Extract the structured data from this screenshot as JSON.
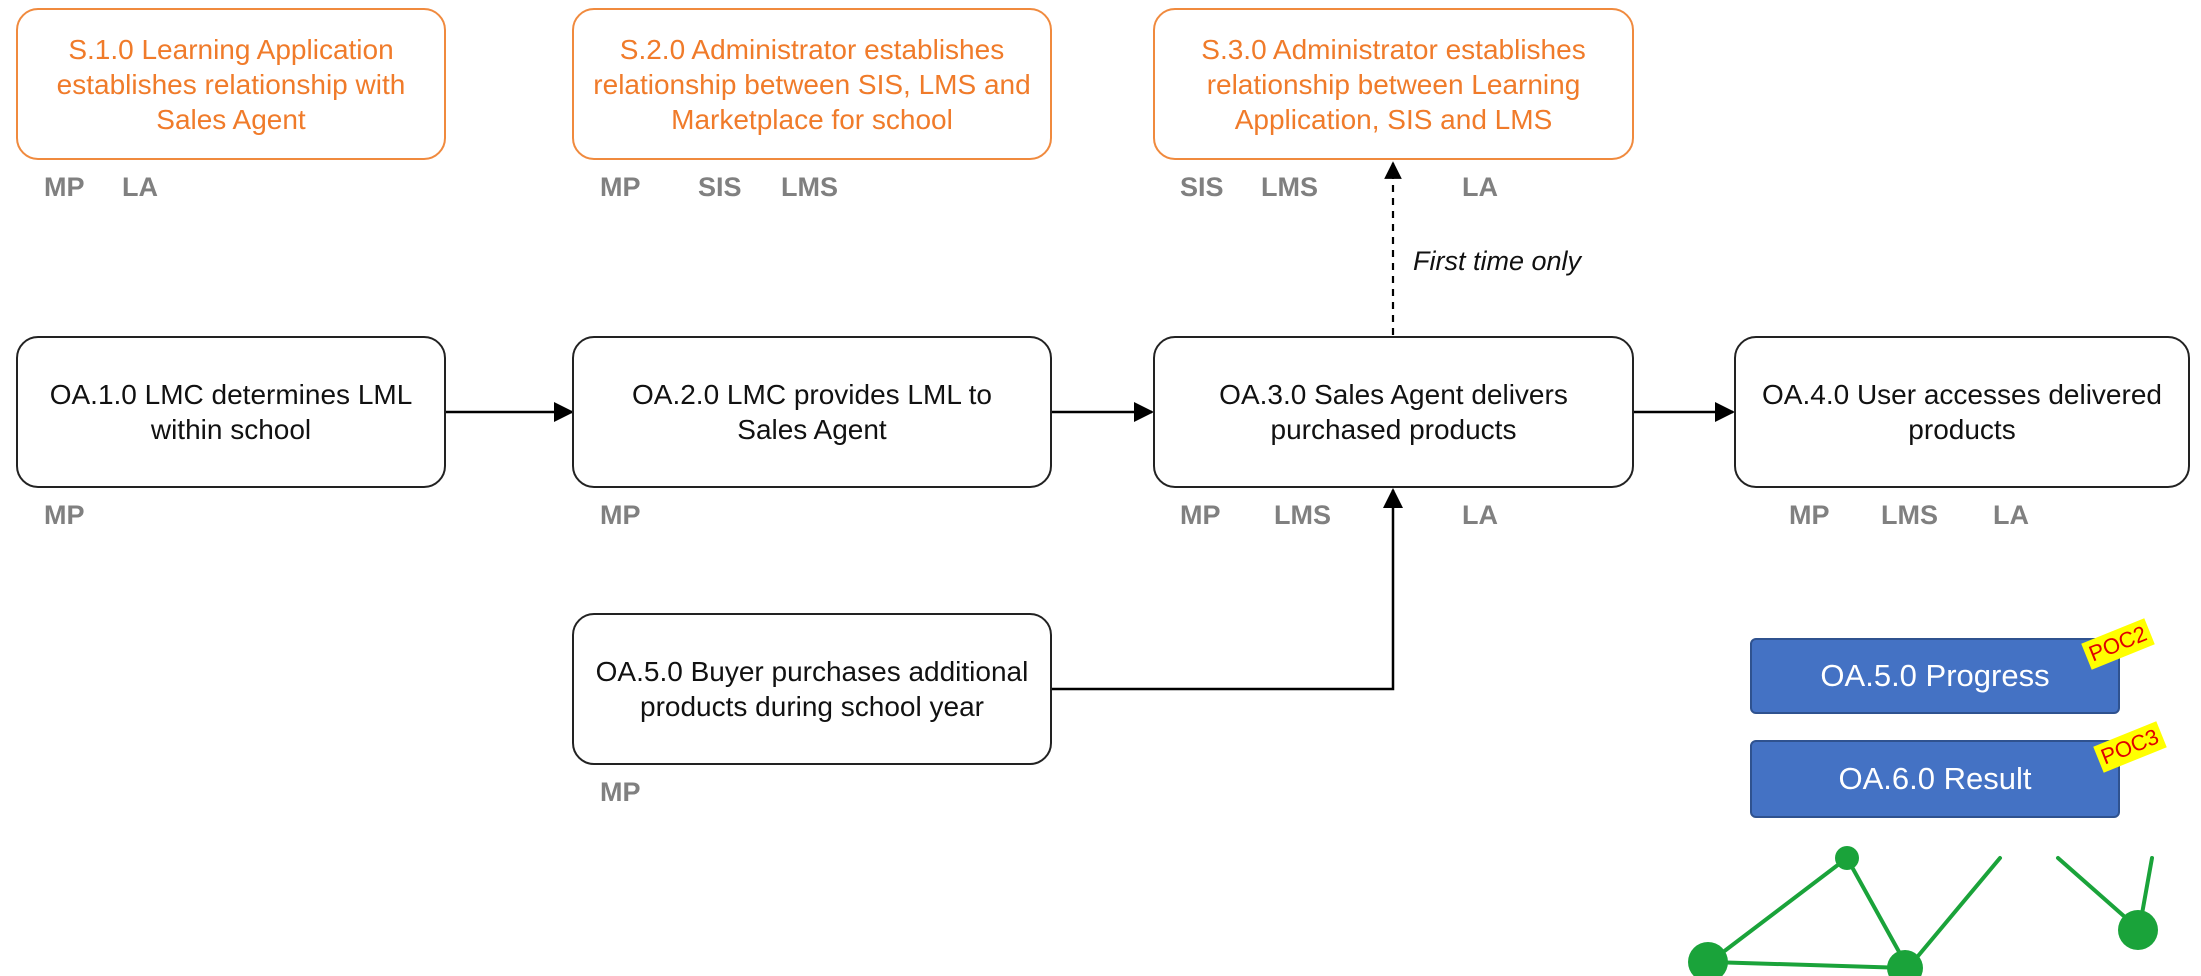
{
  "top_boxes": [
    {
      "id": "S.1.0",
      "lines": [
        "S.1.0 Learning Application",
        "establishes relationship with",
        "Sales Agent"
      ],
      "tags": [
        "MP",
        "LA"
      ]
    },
    {
      "id": "S.2.0",
      "lines": [
        "S.2.0 Administrator establishes",
        "relationship between SIS, LMS and",
        "Marketplace for school"
      ],
      "tags": [
        "MP",
        "SIS",
        "LMS"
      ]
    },
    {
      "id": "S.3.0",
      "lines": [
        "S.3.0 Administrator establishes",
        "relationship between Learning",
        "Application, SIS and LMS"
      ],
      "tags": [
        "SIS",
        "LMS",
        "LA"
      ]
    }
  ],
  "flow_boxes": [
    {
      "id": "OA.1.0",
      "lines": [
        "OA.1.0 LMC determines LML",
        "within school"
      ],
      "tags": [
        "MP"
      ]
    },
    {
      "id": "OA.2.0",
      "lines": [
        "OA.2.0 LMC provides LML to",
        "Sales Agent"
      ],
      "tags": [
        "MP"
      ]
    },
    {
      "id": "OA.3.0",
      "lines": [
        "OA.3.0 Sales Agent delivers",
        "purchased products"
      ],
      "tags": [
        "MP",
        "LMS",
        "LA"
      ]
    },
    {
      "id": "OA.4.0",
      "lines": [
        "OA.4.0 User accesses delivered",
        "products"
      ],
      "tags": [
        "MP",
        "LMS",
        "LA"
      ]
    },
    {
      "id": "OA.5.0",
      "lines": [
        "OA.5.0 Buyer purchases additional",
        "products during school year"
      ],
      "tags": [
        "MP"
      ]
    }
  ],
  "dashed_label": "First time only",
  "buttons": [
    {
      "label": "OA.5.0 Progress",
      "badge": "POC2"
    },
    {
      "label": "OA.6.0 Result",
      "badge": "POC3"
    }
  ],
  "colors": {
    "orange_border": "#f08a3e",
    "orange_text": "#f07b2a",
    "tag_gray": "#808080",
    "button_blue": "#4472c4",
    "badge_yellow": "#ffff00",
    "badge_red": "#e00000",
    "network_green": "#1aa33a"
  }
}
